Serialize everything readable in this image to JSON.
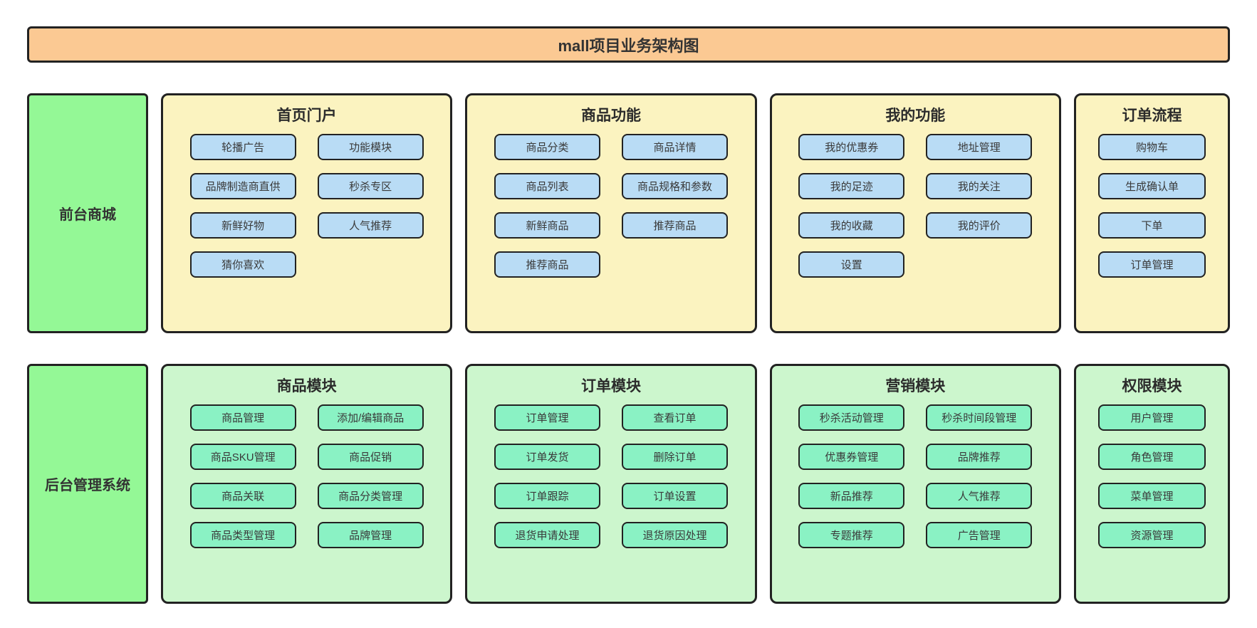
{
  "diagram": {
    "title": "mall项目业务架构图",
    "rows": [
      {
        "label": "前台商城",
        "panels": [
          {
            "title": "首页门户",
            "buttons": [
              "轮播广告",
              "功能模块",
              "品牌制造商直供",
              "秒杀专区",
              "新鲜好物",
              "人气推荐",
              "猜你喜欢"
            ]
          },
          {
            "title": "商品功能",
            "buttons": [
              "商品分类",
              "商品详情",
              "商品列表",
              "商品规格和参数",
              "新鲜商品",
              "推荐商品",
              "推荐商品"
            ]
          },
          {
            "title": "我的功能",
            "buttons": [
              "我的优惠券",
              "地址管理",
              "我的足迹",
              "我的关注",
              "我的收藏",
              "我的评价",
              "设置"
            ]
          },
          {
            "title": "订单流程",
            "buttons": [
              "购物车",
              "生成确认单",
              "下单",
              "订单管理"
            ]
          }
        ]
      },
      {
        "label": "后台管理系统",
        "panels": [
          {
            "title": "商品模块",
            "buttons": [
              "商品管理",
              "添加/编辑商品",
              "商品SKU管理",
              "商品促销",
              "商品关联",
              "商品分类管理",
              "商品类型管理",
              "品牌管理"
            ]
          },
          {
            "title": "订单模块",
            "buttons": [
              "订单管理",
              "查看订单",
              "订单发货",
              "删除订单",
              "订单跟踪",
              "订单设置",
              "退货申请处理",
              "退货原因处理"
            ]
          },
          {
            "title": "营销模块",
            "buttons": [
              "秒杀活动管理",
              "秒杀时间段管理",
              "优惠券管理",
              "品牌推荐",
              "新品推荐",
              "人气推荐",
              "专题推荐",
              "广告管理"
            ]
          },
          {
            "title": "权限模块",
            "buttons": [
              "用户管理",
              "角色管理",
              "菜单管理",
              "资源管理"
            ]
          }
        ]
      }
    ],
    "colors": {
      "title_bg": "#fbc993",
      "side_label_bg": "#94f896",
      "front_panel_bg": "#fbf3c0",
      "front_button_bg": "#b9dcf5",
      "admin_panel_bg": "#ccf6cd",
      "admin_button_bg": "#8af2c4",
      "border": "#222222"
    }
  }
}
